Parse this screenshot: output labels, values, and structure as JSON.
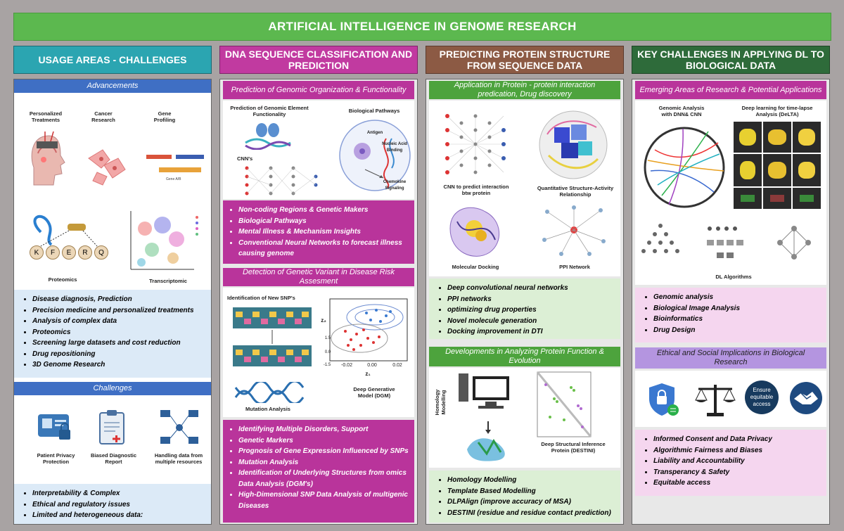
{
  "title": "ARTIFICIAL INTELLIGENCE IN GENOME RESEARCH",
  "colors": {
    "background": "#a8a3a3",
    "title_green": "#5cb84f",
    "col1": "#2ba5b1",
    "col2": "#c13aa0",
    "col3": "#8c5a44",
    "col4": "#2e6b3a",
    "blue_sub": "#3f6fc4",
    "magenta_sub": "#b9349b",
    "green_sub": "#4da33d",
    "lilac_sub": "#b495e0"
  },
  "col1": {
    "header": "USAGE AREAS - CHALLENGES",
    "advancements": {
      "title": "Advancements",
      "fig_labels": {
        "personalized": "Personalized Treatments",
        "cancer": "Cancer Research",
        "gene": "Gene Profiling",
        "proteomics": "Proteomics",
        "transcriptomic": "Transcriptomic",
        "kferq": [
          "K",
          "F",
          "E",
          "R",
          "Q"
        ]
      },
      "items": [
        "Disease diagnosis, Prediction",
        "Precision medicine and personalized treatments",
        "Analysis of complex data",
        "Proteomics",
        "Screening large datasets and cost reduction",
        "Drug repositioning",
        "3D Genome Research"
      ]
    },
    "challenges": {
      "title": "Challenges",
      "fig_labels": {
        "privacy": "Patient Privacy Protection",
        "biased": "Biased Diagnostic Report",
        "handling": "Handling data from multiple resources"
      },
      "items": [
        "Interpretability & Complex",
        "Ethical and regulatory issues",
        "Limited and heterogeneous data:"
      ]
    }
  },
  "col2": {
    "header": "DNA SEQUENCE CLASSIFICATION AND PREDICTION",
    "prediction": {
      "title": "Prediction of Genomic Organization & Functionality",
      "fig_labels": {
        "element": "Prediction of Genomic Element Functionality",
        "pathways": "Biological Pathways",
        "cnn": "CNN's",
        "antigen": "Antigen",
        "nucleic": "Nucleic Acid Binding",
        "chemokine": "Chemokine Signaling"
      },
      "items": [
        "Non-coding Regions & Genetic Makers",
        "Biological Pathways",
        "Mental Illness & Mechanism Insights",
        "Conventional Neural Networks to forecast illness causing genome"
      ]
    },
    "detection": {
      "title": "Detection of Genetic Variant in Disease Risk Assesment",
      "fig_labels": {
        "snp": "Identification of New SNP's",
        "mutation": "Mutation Analysis",
        "dgm": "Deep Generative Model (DGM)",
        "z2": "z₂",
        "z1": "z₁",
        "ticks": [
          "-0.02",
          "0.00",
          "0.02"
        ],
        "yticks": [
          "1.5",
          "0.0",
          "-1.5"
        ]
      },
      "items": [
        "Identifying Multiple Disorders, Support",
        "Genetic Markers",
        "Prognosis of Gene Expression Influenced by SNPs",
        "Mutation Analysis",
        "Identification of Underlying Structures from omics Data Analysis (DGM's)",
        "High-Dimensional SNP Data Analysis of multigenic Diseases"
      ]
    }
  },
  "col3": {
    "header": "PREDICTING PROTEIN STRUCTURE FROM SEQUENCE DATA",
    "application": {
      "title": "Application in Protein - protein interaction predication, Drug discovery",
      "fig_labels": {
        "cnn": "CNN to predict interaction btw protein",
        "qsar": "Quantitative Structure-Activity Relationship",
        "docking": "Molecular Docking",
        "ppi": "PPI Network"
      },
      "items": [
        "Deep convolutional neural networks",
        "PPI networks",
        "optimizing drug properties",
        "Novel molecule generation",
        "Docking improvement in DTI"
      ]
    },
    "developments": {
      "title": "Developments in Analyzing Protein Function & Evolution",
      "fig_labels": {
        "homology": "Homology Modelling",
        "destini": "Deep Structural Inference Protein (DESTINI)"
      },
      "items": [
        "Homology Modelling",
        "Template Based Modelling",
        "DLPAlign (improve accuracy of  MSA)",
        "DESTINI (residue and residue contact prediction)"
      ]
    }
  },
  "col4": {
    "header": "KEY CHALLENGES IN APPLYING DL TO BIOLOGICAL DATA",
    "emerging": {
      "title": "Emerging Areas of Research & Potential Applications",
      "fig_labels": {
        "genomic": "Genomic Analysis with DNN& CNN",
        "delta": "Deep learning for time-lapse Analysis (DeLTA)",
        "dl": "DL Algorithms"
      },
      "items": [
        "Genomic analysis",
        "Biological Image Analysis",
        "Bioinformatics",
        "Drug Design"
      ]
    },
    "ethical": {
      "title": "Ethical and Social Implications in Biological Research",
      "fig_labels": {
        "ensure": "Ensure equitable access"
      },
      "items": [
        "Informed Consent and Data Privacy",
        "Algorithmic Fairness and Biases",
        "Liability and Accountability",
        "Transperancy & Safety",
        "Equitable access"
      ]
    }
  }
}
